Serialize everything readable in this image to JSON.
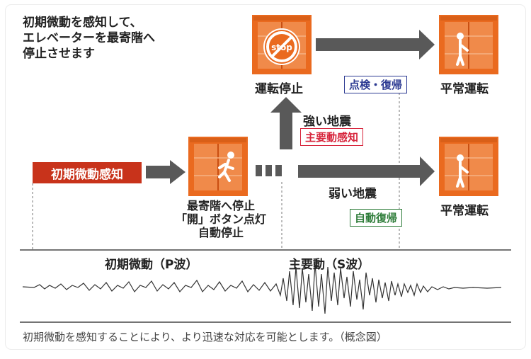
{
  "intro": {
    "line1": "初期微動を感知して、",
    "line2": "エレベーターを最寄階へ",
    "line3": "停止させます"
  },
  "initial_detect_label": "初期微動感知",
  "stop_icon_text": "stop",
  "stop_nearest": {
    "line1": "最寄階へ停止",
    "line2": "「開」ボタン点灯",
    "line3": "自動停止"
  },
  "operation_stop_label": "運転停止",
  "strong_quake_label": "強い地震",
  "main_motion_detect_label": "主要動感知",
  "inspection_recovery_label": "点検・復帰",
  "weak_quake_label": "弱い地震",
  "auto_recovery_label": "自動復帰",
  "normal_operation_top": "平常運転",
  "normal_operation_bottom": "平常運転",
  "wave_p_label": "初期微動（P波）",
  "wave_s_label": "主要動（S波）",
  "footer_note": "初期微動を感知することにより、より迅速な対応を可能とします。（概念図）",
  "colors": {
    "orange": "#ea6a1f",
    "dark_orange": "#c94f12",
    "red_badge": "#c8331b",
    "arrow_gray": "#595959",
    "blue": "#2c3a92",
    "red": "#d7253c",
    "green": "#2f7d3a"
  }
}
